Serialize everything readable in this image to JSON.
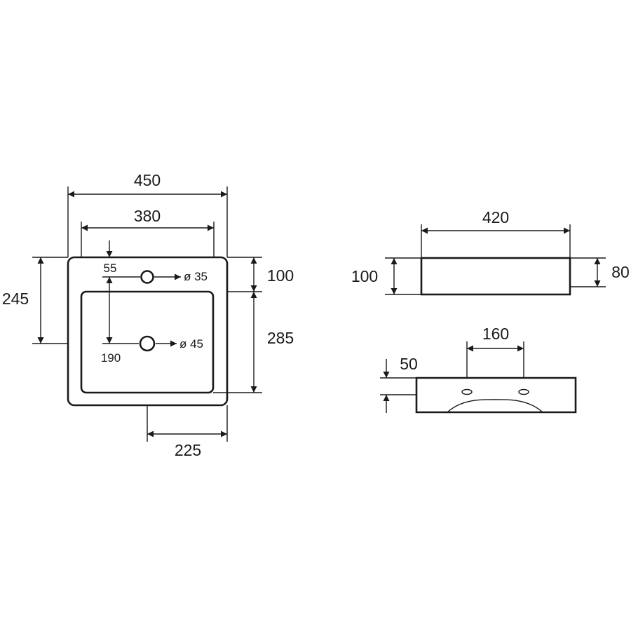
{
  "top_view": {
    "overall_width": "450",
    "inner_width": "380",
    "overall_depth": "245",
    "tap_offset": "55",
    "tap_hole": "ø 35",
    "front_depth": "100",
    "basin_depth": "285",
    "waste_offset": "190",
    "waste_hole": "ø 45",
    "center_distance": "225"
  },
  "front_view": {
    "width": "420",
    "height_left": "100",
    "height_right": "80"
  },
  "side_view": {
    "hole_spacing": "160",
    "thickness": "50"
  }
}
